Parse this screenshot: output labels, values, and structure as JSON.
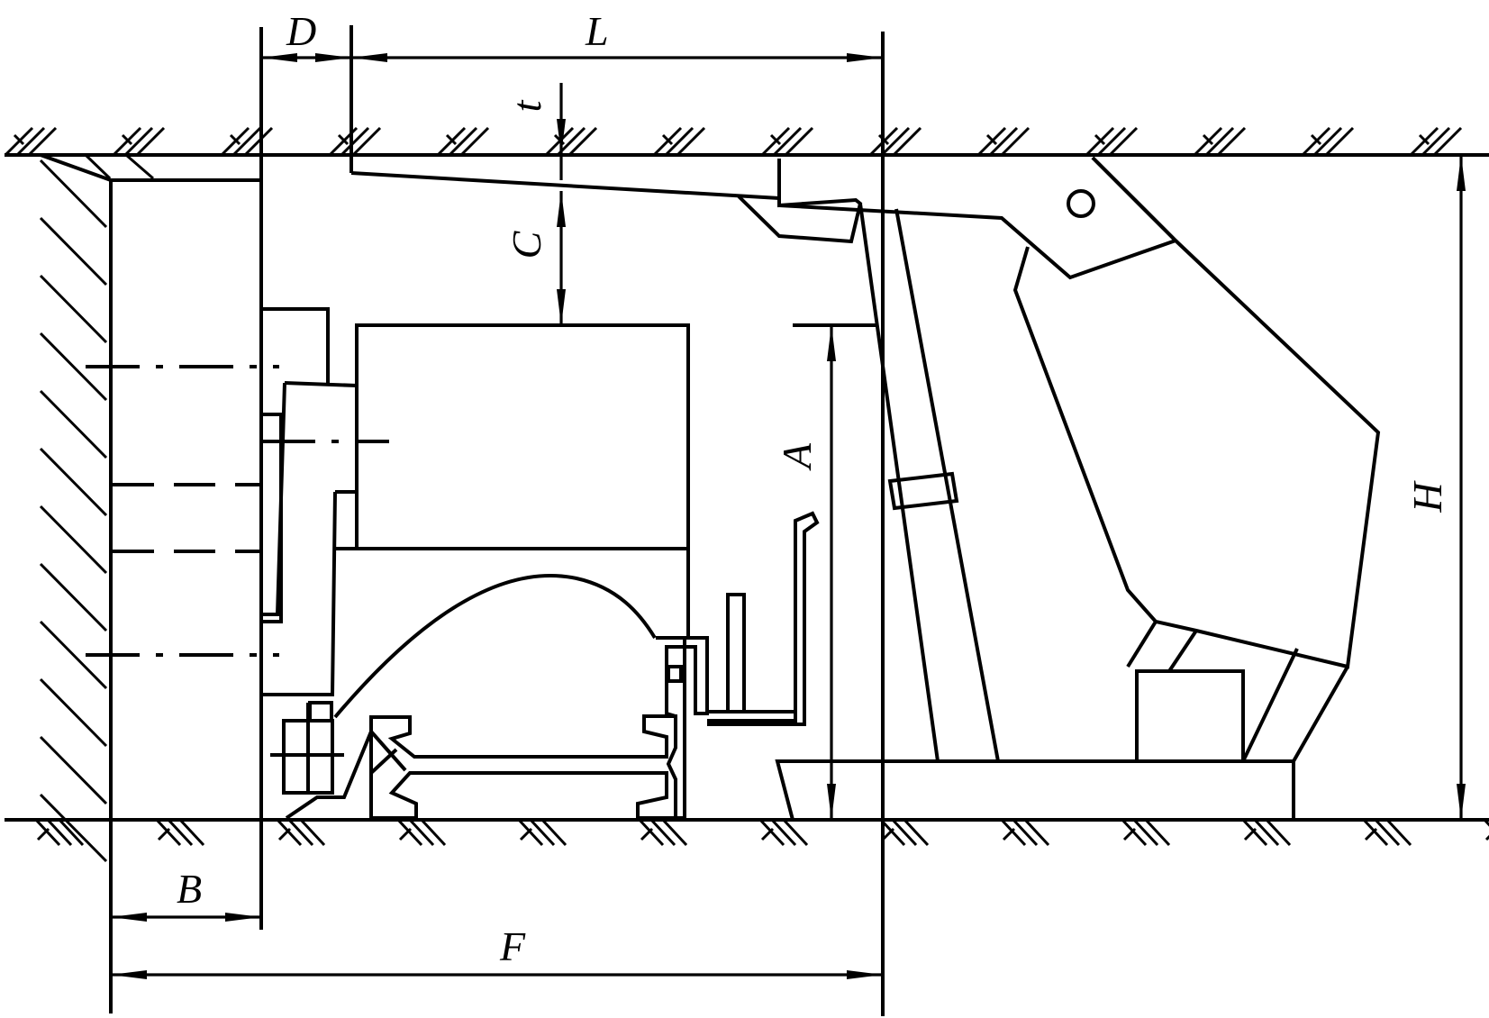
{
  "diagram": {
    "labels": {
      "D": "D",
      "L": "L",
      "t": "t",
      "C": "C",
      "A": "A",
      "H": "H",
      "B": "B",
      "F": "F"
    }
  }
}
